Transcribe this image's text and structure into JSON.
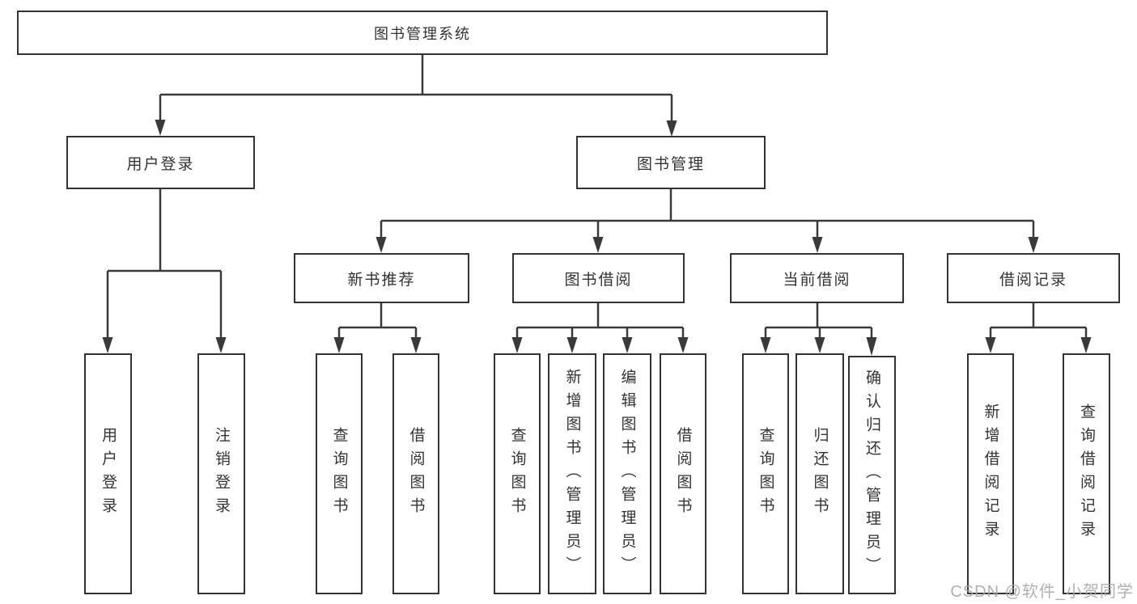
{
  "diagram": {
    "title": "图书管理系统",
    "branches": [
      {
        "label": "用户登录",
        "children": [
          {
            "label": "用户登录"
          },
          {
            "label": "注销登录"
          }
        ]
      },
      {
        "label": "图书管理",
        "children": [
          {
            "label": "新书推荐",
            "children": [
              {
                "label": "查询图书"
              },
              {
                "label": "借阅图书"
              }
            ]
          },
          {
            "label": "图书借阅",
            "children": [
              {
                "label": "查询图书"
              },
              {
                "label": "新增图书（管理员）"
              },
              {
                "label": "编辑图书（管理员）"
              },
              {
                "label": "借阅图书"
              }
            ]
          },
          {
            "label": "当前借阅",
            "children": [
              {
                "label": "查询图书"
              },
              {
                "label": "归还图书"
              },
              {
                "label": "确认归还（管理员）"
              }
            ]
          },
          {
            "label": "借阅记录",
            "children": [
              {
                "label": "新增借阅记录"
              },
              {
                "label": "查询借阅记录"
              }
            ]
          }
        ]
      }
    ]
  },
  "watermark": {
    "text": "CSDN @软件_小贺同学"
  },
  "colors": {
    "line": "#3a3a3a",
    "box_border": "#333333",
    "text": "#333333",
    "watermark": "#a8a8a8",
    "background": "#ffffff"
  }
}
